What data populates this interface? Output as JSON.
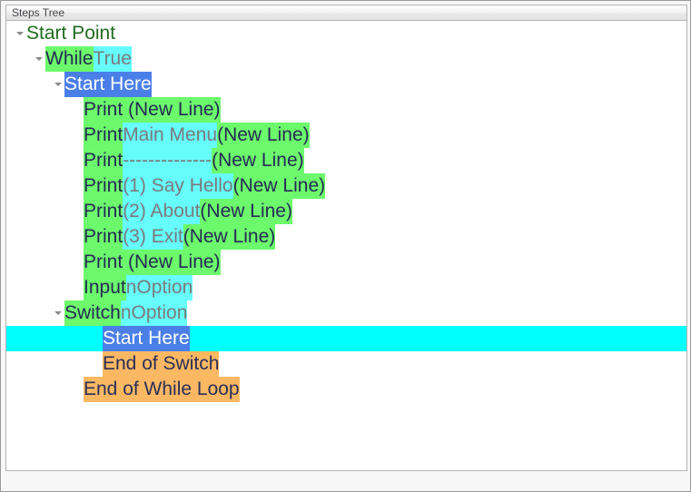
{
  "window": {
    "caption": "Steps Tree"
  },
  "colors": {
    "keyword_bg": "#6cf96c",
    "keyword_fg": "#252a55",
    "value_bg": "#66fcfc",
    "value_fg": "#7b7b7b",
    "start_bg": "#4a7fe8",
    "start_fg": "#ffffff",
    "end_bg": "#fbb863",
    "end_fg": "#2a2f58",
    "root_fg": "#1f6b1f",
    "selection_row_bg": "#00ffff",
    "panel_bg": "#ffffff",
    "frame_bg": "#f7f7f7"
  },
  "tree": {
    "rows": [
      {
        "name": "start-point",
        "depth": 0,
        "expander": true,
        "selected": false,
        "segments": [
          {
            "style": "kw-plain",
            "text": "Start Point"
          }
        ]
      },
      {
        "name": "while-true",
        "depth": 1,
        "expander": true,
        "selected": false,
        "segments": [
          {
            "style": "kw",
            "text": "While "
          },
          {
            "style": "val",
            "text": "True"
          }
        ]
      },
      {
        "name": "start-here-while-body",
        "depth": 2,
        "expander": true,
        "selected": false,
        "segments": [
          {
            "style": "start",
            "text": "Start Here"
          }
        ]
      },
      {
        "name": "print-new-line-1",
        "depth": 3,
        "expander": false,
        "selected": false,
        "segments": [
          {
            "style": "kw",
            "text": "Print (New Line)"
          }
        ]
      },
      {
        "name": "print-main-menu",
        "depth": 3,
        "expander": false,
        "selected": false,
        "segments": [
          {
            "style": "kw",
            "text": "Print "
          },
          {
            "style": "val",
            "text": "Main Menu"
          },
          {
            "style": "kw",
            "text": " (New Line)"
          }
        ]
      },
      {
        "name": "print-divider",
        "depth": 3,
        "expander": false,
        "selected": false,
        "segments": [
          {
            "style": "kw",
            "text": "Print "
          },
          {
            "style": "val",
            "text": "--------------"
          },
          {
            "style": "kw",
            "text": " (New Line)"
          }
        ]
      },
      {
        "name": "print-option-1",
        "depth": 3,
        "expander": false,
        "selected": false,
        "segments": [
          {
            "style": "kw",
            "text": "Print "
          },
          {
            "style": "val",
            "text": "(1) Say Hello"
          },
          {
            "style": "kw",
            "text": " (New Line)"
          }
        ]
      },
      {
        "name": "print-option-2",
        "depth": 3,
        "expander": false,
        "selected": false,
        "segments": [
          {
            "style": "kw",
            "text": "Print "
          },
          {
            "style": "val",
            "text": "(2) About"
          },
          {
            "style": "kw",
            "text": " (New Line)"
          }
        ]
      },
      {
        "name": "print-option-3",
        "depth": 3,
        "expander": false,
        "selected": false,
        "segments": [
          {
            "style": "kw",
            "text": "Print "
          },
          {
            "style": "val",
            "text": "(3) Exit"
          },
          {
            "style": "kw",
            "text": " (New Line)"
          }
        ]
      },
      {
        "name": "print-new-line-2",
        "depth": 3,
        "expander": false,
        "selected": false,
        "segments": [
          {
            "style": "kw",
            "text": "Print (New Line)"
          }
        ]
      },
      {
        "name": "input-noption",
        "depth": 3,
        "expander": false,
        "selected": false,
        "segments": [
          {
            "style": "kw",
            "text": "Input "
          },
          {
            "style": "val",
            "text": "nOption"
          }
        ]
      },
      {
        "name": "switch-noption",
        "depth": 2,
        "expander": true,
        "selected": false,
        "segments": [
          {
            "style": "kw",
            "text": "Switch "
          },
          {
            "style": "val",
            "text": "nOption"
          }
        ]
      },
      {
        "name": "start-here-switch-body",
        "depth": 4,
        "expander": false,
        "selected": true,
        "segments": [
          {
            "style": "start",
            "text": "Start Here"
          }
        ]
      },
      {
        "name": "end-of-switch",
        "depth": 4,
        "expander": false,
        "selected": false,
        "segments": [
          {
            "style": "endblk",
            "text": "End of Switch"
          }
        ]
      },
      {
        "name": "end-of-while-loop",
        "depth": 3,
        "expander": false,
        "selected": false,
        "segments": [
          {
            "style": "endblk",
            "text": "End of While Loop"
          }
        ]
      }
    ]
  }
}
